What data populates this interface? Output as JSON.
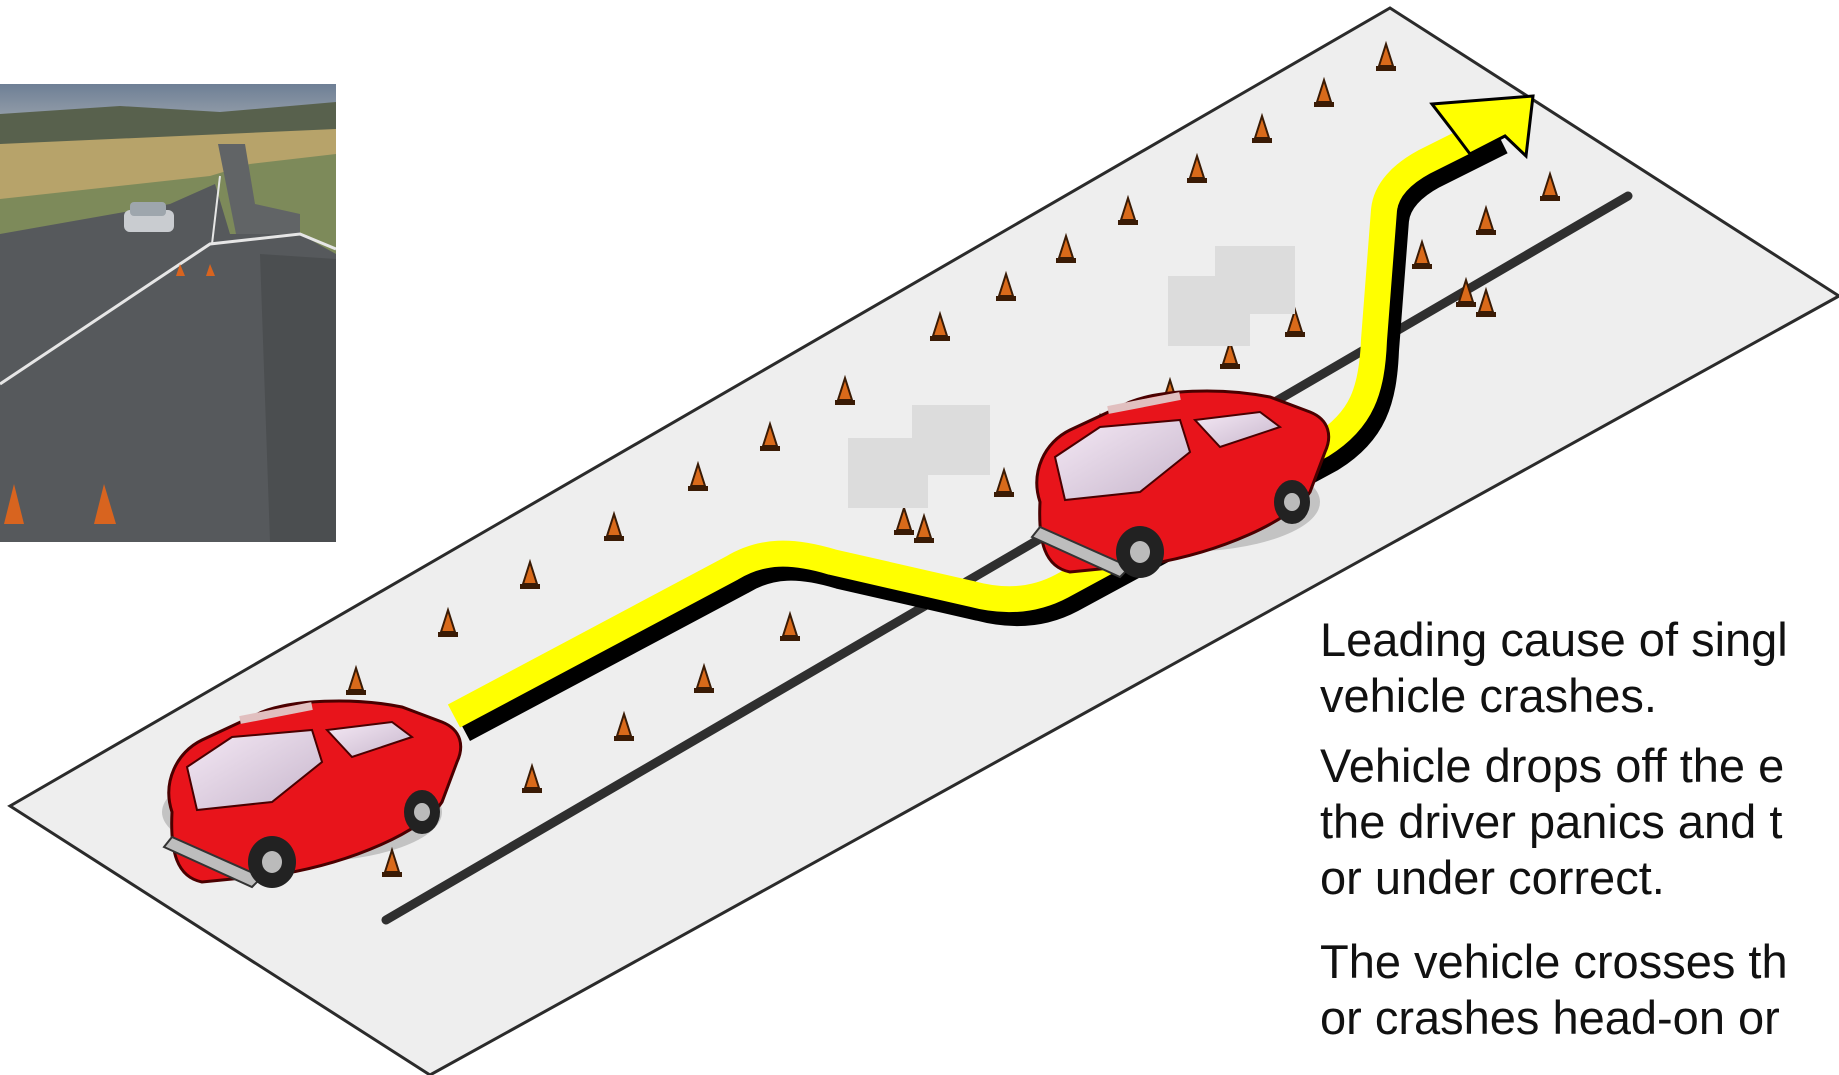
{
  "colors": {
    "road_surface": "#eeeeee",
    "path_arrow": "#ffff00",
    "car_body": "#e8141b",
    "cone": "#d96a1a",
    "redaction": "#dcdcdc"
  },
  "icons": [
    "photo-thumbnail",
    "car-icon",
    "traffic-cone-icon",
    "path-arrow"
  ],
  "text_lines": [
    "Leading cause of singl",
    "vehicle crashes.",
    "Vehicle drops off the e",
    "the driver panics and t",
    "or under correct.",
    "The vehicle crosses th",
    "or crashes head-on or"
  ]
}
